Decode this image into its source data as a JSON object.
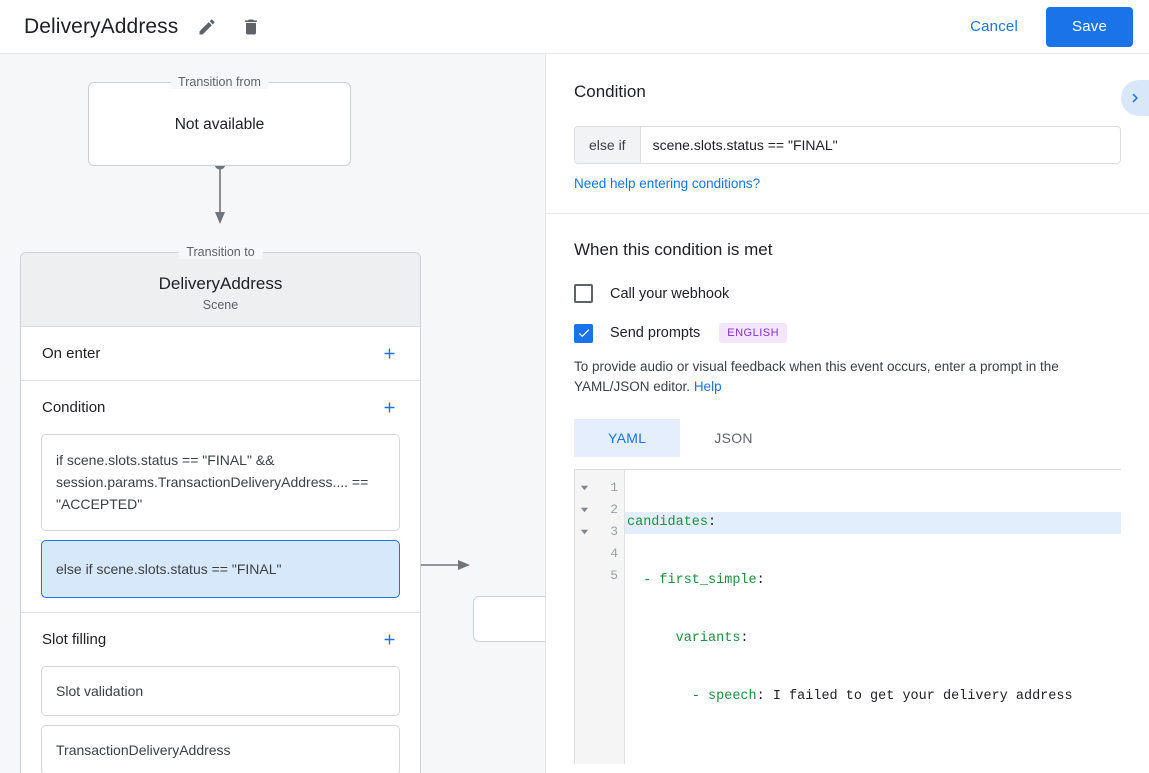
{
  "header": {
    "title": "DeliveryAddress",
    "edit_icon": "pencil-icon",
    "delete_icon": "trash-icon",
    "cancel_label": "Cancel",
    "save_label": "Save",
    "accent": "#1a73e8"
  },
  "canvas": {
    "transition_from": {
      "legend": "Transition from",
      "title": "Not available"
    },
    "transition_to": {
      "legend": "Transition to",
      "title": "DeliveryAddress",
      "subtitle": "Scene",
      "sections": [
        {
          "label": "On enter",
          "add_label": "+",
          "items": []
        },
        {
          "label": "Condition",
          "add_label": "+",
          "items": [
            {
              "text": "if scene.slots.status == \"FINAL\" && session.params.TransactionDeliveryAddress.... == \"ACCEPTED\"",
              "selected": false
            },
            {
              "text": "else if scene.slots.status == \"FINAL\"",
              "selected": true
            }
          ]
        },
        {
          "label": "Slot filling",
          "add_label": "+",
          "items": [
            {
              "text": "Slot validation",
              "selected": false
            },
            {
              "text": "TransactionDeliveryAddress",
              "selected": false
            }
          ]
        }
      ]
    },
    "target_node": {
      "title": ""
    }
  },
  "panel": {
    "condition": {
      "heading": "Condition",
      "prefix": "else if",
      "value": "scene.slots.status == \"FINAL\"",
      "help_link": "Need help entering conditions?",
      "expand_icon": "chevron-right-icon"
    },
    "when_met": {
      "heading": "When this condition is met",
      "webhook": {
        "label": "Call your webhook",
        "checked": false
      },
      "prompts": {
        "label": "Send prompts",
        "checked": true,
        "badge": "ENGLISH"
      },
      "help_text": "To provide audio or visual feedback when this event occurs, enter a prompt in the YAML/JSON editor.",
      "help_link": "Help"
    },
    "editor": {
      "tabs": [
        {
          "label": "YAML",
          "active": true
        },
        {
          "label": "JSON",
          "active": false
        }
      ],
      "lines": [
        {
          "num": "1",
          "fold": true,
          "highlight": true,
          "key": "candidates",
          "indent": "",
          "dash": false,
          "value": ""
        },
        {
          "num": "2",
          "fold": true,
          "highlight": false,
          "key": "first_simple",
          "indent": "  ",
          "dash": true,
          "value": ""
        },
        {
          "num": "3",
          "fold": true,
          "highlight": false,
          "key": "variants",
          "indent": "      ",
          "dash": false,
          "value": ""
        },
        {
          "num": "4",
          "fold": false,
          "highlight": false,
          "key": "speech",
          "indent": "        ",
          "dash": true,
          "value": " I failed to get your delivery address"
        },
        {
          "num": "5",
          "fold": false,
          "highlight": false,
          "key": "",
          "indent": "",
          "dash": false,
          "value": ""
        }
      ]
    }
  }
}
